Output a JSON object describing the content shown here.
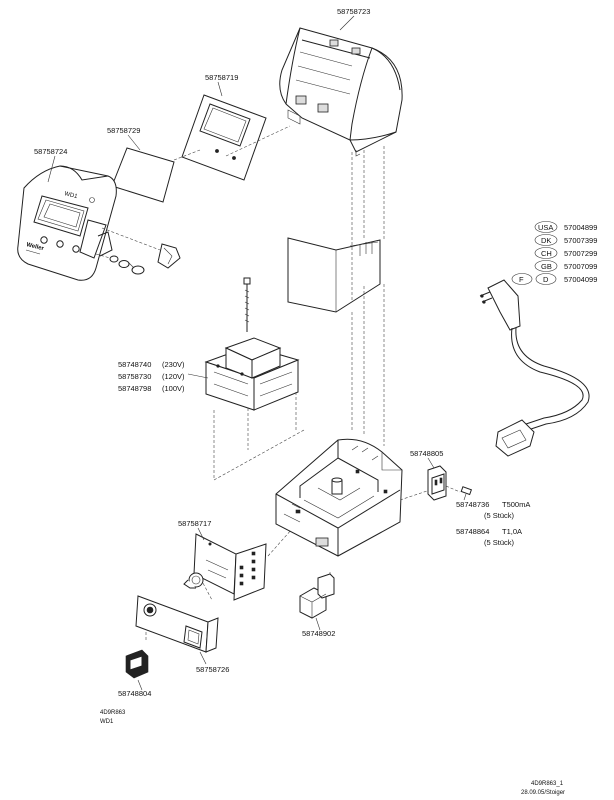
{
  "parts": {
    "housing_top": "58758723",
    "display_board": "58758719",
    "display_window": "58758729",
    "front_panel": "58758724",
    "front_brand": "WD1",
    "transformer_230": "58748740",
    "transformer_230_v": "(230V)",
    "transformer_120": "58758730",
    "transformer_120_v": "(120V)",
    "transformer_100": "58748798",
    "transformer_100_v": "(100V)",
    "socket_module": "58748805",
    "fuse_a": "58748736",
    "fuse_a_spec": "T500mA",
    "fuse_a_qty": "(5 Stück)",
    "fuse_b": "58748864",
    "fuse_b_spec": "T1,0A",
    "fuse_b_qty": "(5 Stück)",
    "pcb": "58758717",
    "rear_bracket": "58758726",
    "power_switch": "58748804",
    "foot_part": "58748902"
  },
  "cords": [
    {
      "country": "USA",
      "number": "57004899"
    },
    {
      "country": "DK",
      "number": "57007399"
    },
    {
      "country": "CH",
      "number": "57007299"
    },
    {
      "country": "GB",
      "number": "57007099"
    },
    {
      "country": "F",
      "country2": "D",
      "number": "57004099"
    }
  ],
  "footer": {
    "doc_id": "4D9R863",
    "model": "WD1",
    "drawing_ref": "4D9R863_1",
    "drawing_date": "28.09.05/Stoiger"
  }
}
